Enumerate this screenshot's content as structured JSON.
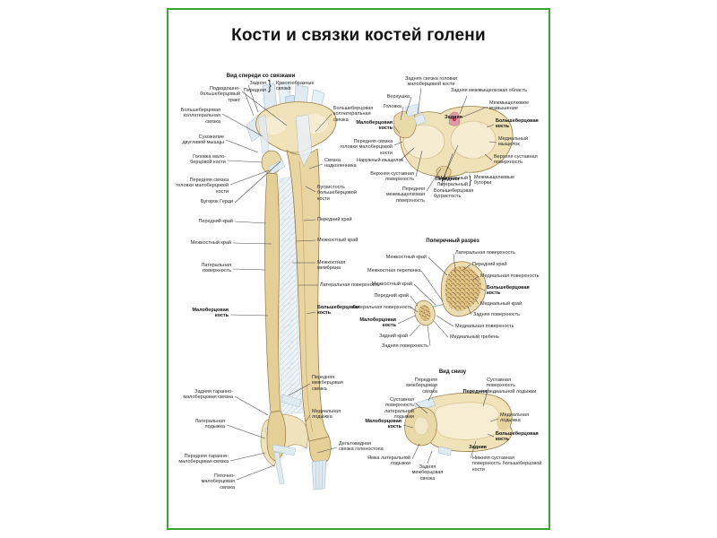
{
  "poster": {
    "title": "Кости и связки костей голени"
  },
  "glyphs": {
    "brace": "}"
  },
  "colors": {
    "frame_green": "#3aa33a",
    "background": "#ffffff",
    "text": "#2a2a2a",
    "bone_light": "#f0e3ba",
    "bone_mid": "#e8d5a2",
    "bone_dark": "#c9a766",
    "bone_outline": "#9a7a42",
    "ligament": "#dfeaf1",
    "ligament_stroke": "#98b4c4",
    "accent_pink": "#dd9aa6",
    "accent_red": "#c2334e",
    "spongy_brown": "#a87c2e"
  },
  "figures": {
    "front_view": {
      "heading": "Вид спереди со связками",
      "labels": [
        "Подвздошно-большеберцовый тракт",
        "Большеберцовая коллатеральная связка",
        "Сухожилие двуглавой мышцы",
        "Головка мало-берцовой кости",
        "Передняя связка головки малоберцовой кости",
        "Бугорок Герди",
        "Передний край",
        "Межкостный край",
        "Латеральная поверхность",
        "Малоберцовая кость",
        "Задняя таранно-малоберцовая связка",
        "Латеральная лодыжка",
        "Передняя таранно-малоберцовая связка",
        "Пяточно-малоберцовая связка",
        "Задняя",
        "Передняя",
        "Крестообразные связки",
        "Большеберцовая коллатеральная связка",
        "Связка надколенника",
        "Бугристость большеберцовой кости",
        "Передний край",
        "Межкостный край",
        "Межкостная мембрана",
        "Латеральная поверхность",
        "Большеберцовая кость",
        "Передняя межберцовая связка",
        "Медиальная лодыжка",
        "Дельтовидная связка голеностопа"
      ]
    },
    "top_view": {
      "labels": [
        "Задняя связка головки малоберцовой кости",
        "Верхушка",
        "Головка",
        "Малоберцовая кость",
        "Передняя связка головки малоберцовой кости",
        "Наружный мыщелок",
        "Верхняя суставная поверхность",
        "Передняя межмыщелковая поверхность",
        "Задняя межмыщелковая область",
        "Межмыщелковое возвышение",
        "Большеберцовая кость",
        "Медиальный мыщелок",
        "Верхняя суставная поверхность",
        "Медиальный",
        "Латеральный",
        "Межмыщелковые бугорки",
        "Большеберцовая бугристость",
        "Задняя",
        "Передняя"
      ]
    },
    "cross_section": {
      "heading": "Поперечный разрез",
      "labels": [
        "Межкостный край",
        "Межкостная перепонка",
        "Межкостный край",
        "Передний край",
        "Латеральная поверхность",
        "Малоберцовая кость",
        "Задний край",
        "Задняя поверхность",
        "Латеральная поверхность",
        "Передний край",
        "Медиальная поверхность",
        "Большеберцовая кость",
        "Медиальный край",
        "Задняя поверхность",
        "Медиальная поверхность",
        "Медиальный гребень"
      ]
    },
    "bottom_view": {
      "heading": "Вид снизу",
      "labels": [
        "Передняя межберцовая связка",
        "Суставная поверхность медиальной лодыжки",
        "Суставная поверхность латеральной лодыжки",
        "Малоберцовая кость",
        "Медиальная лодыжка",
        "Большеберцовая кость",
        "Ямка латеральной лодыжки",
        "Задняя межберцовая связка",
        "Нижняя суставная поверхность большеберцовой кости",
        "Передняя",
        "Задняя"
      ]
    }
  }
}
